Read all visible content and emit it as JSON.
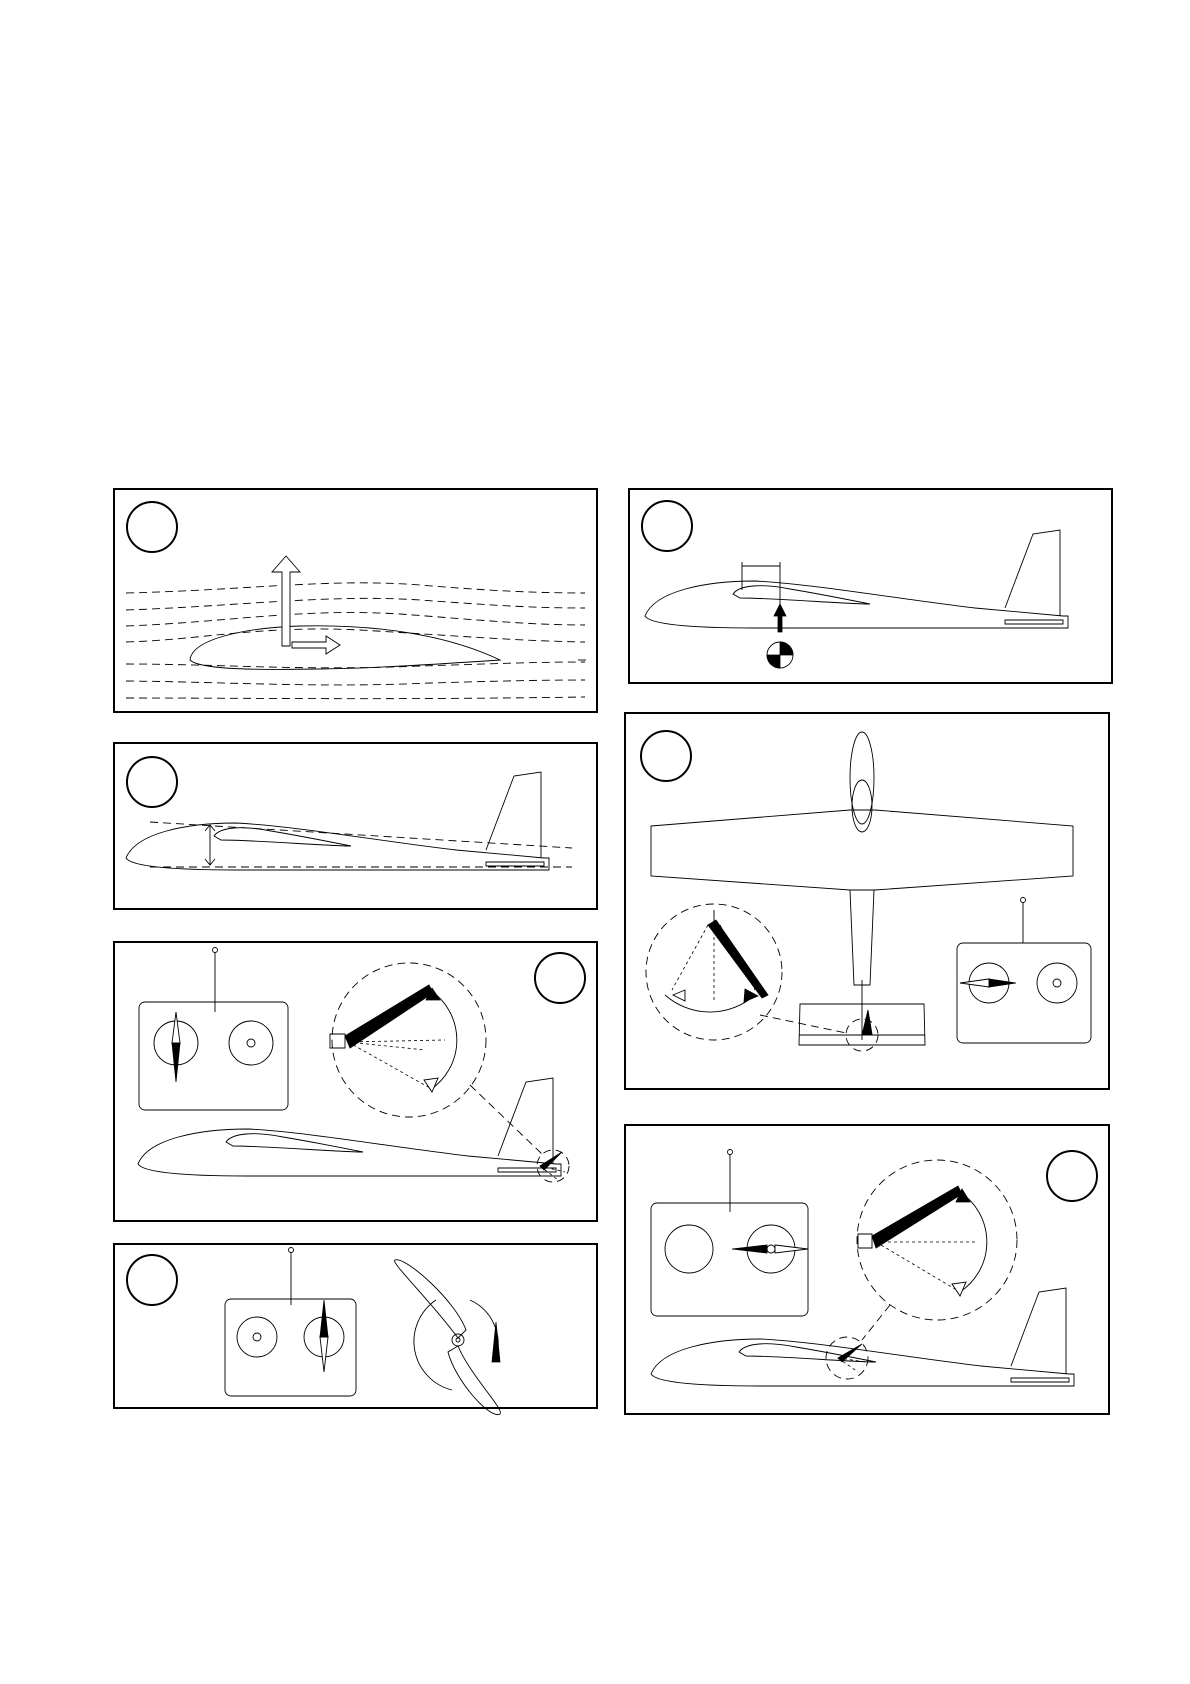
{
  "page": {
    "background": "#ffffff",
    "ink": "#000000"
  },
  "panels": [
    {
      "id": "lift",
      "caption": "",
      "icons": [
        "airfoil",
        "lift-arrow",
        "drag-arrow",
        "airflow-lines"
      ]
    },
    {
      "id": "center-of-gravity",
      "caption": "",
      "icons": [
        "glider-side",
        "cg-marker",
        "arrow-up"
      ]
    },
    {
      "id": "angle-of-incidence",
      "caption": "",
      "icons": [
        "glider-side",
        "incidence-angle"
      ]
    },
    {
      "id": "aileron-control",
      "caption": "",
      "icons": [
        "glider-top",
        "transmitter",
        "rudder-detail"
      ]
    },
    {
      "id": "elevator-control",
      "caption": "",
      "icons": [
        "transmitter",
        "glider-side",
        "elevator-detail"
      ]
    },
    {
      "id": "motor-throttle",
      "caption": "",
      "icons": [
        "transmitter",
        "propeller"
      ]
    },
    {
      "id": "rudder-control",
      "caption": "",
      "icons": [
        "transmitter",
        "glider-side",
        "control-detail"
      ]
    }
  ]
}
